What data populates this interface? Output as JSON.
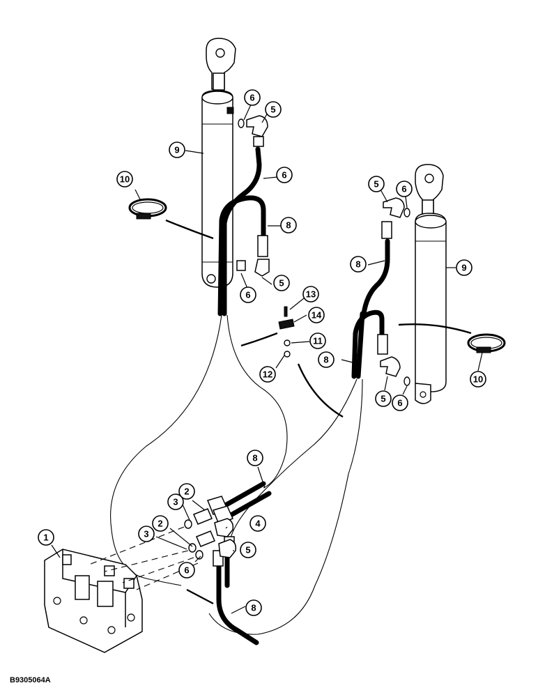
{
  "figure_code": "B930506",
  "figure_code_suffix": "4A",
  "callouts": {
    "c1": "1",
    "c2a": "2",
    "c2b": "2",
    "c3a": "3",
    "c3b": "3",
    "c4": "4",
    "c5a": "5",
    "c5b": "5",
    "c5c": "5",
    "c5d": "5",
    "c5e": "5",
    "c6a": "6",
    "c6b": "6",
    "c6c": "6",
    "c6d": "6",
    "c6e": "6",
    "c6f": "6",
    "c8a": "8",
    "c8b": "8",
    "c8c": "8",
    "c8d": "8",
    "c8e": "8",
    "c9a": "9",
    "c9b": "9",
    "c10a": "10",
    "c10b": "10",
    "c11": "11",
    "c12": "12",
    "c13": "13",
    "c14": "14"
  }
}
